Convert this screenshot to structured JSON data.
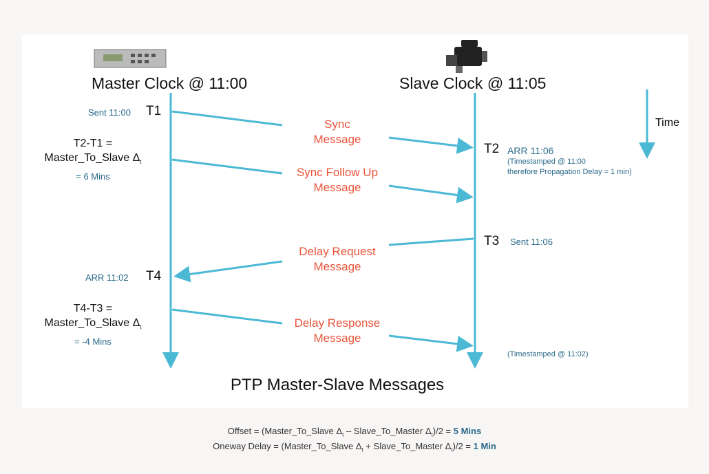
{
  "master": {
    "title": "Master Clock @ 11:00",
    "t1": "T1",
    "t1_note": "Sent 11:00",
    "t4": "T4",
    "t4_note": "ARR 11:02",
    "calc1": [
      "T2-T1 =",
      "Master_To_Slave Δ",
      "t",
      "= 6 Mins"
    ],
    "calc2": [
      "T4-T3 =",
      "Master_To_Slave Δ",
      "t",
      "= -4 Mins"
    ]
  },
  "slave": {
    "title": "Slave Clock @ 11:05",
    "t2": "T2",
    "t2_note": "ARR 11:06",
    "t2_detail1": "(Timestamped @ 11:00",
    "t2_detail2": "therefore Propagation Delay = 1 min)",
    "t3": "T3",
    "t3_note": "Sent 11:06",
    "t4_detail": "(Timestamped @ 11:02)"
  },
  "time_label": "Time",
  "messages": [
    [
      "Sync",
      "Message"
    ],
    [
      "Sync Follow Up",
      "Message"
    ],
    [
      "Delay Request",
      "Message"
    ],
    [
      "Delay Response",
      "Message"
    ]
  ],
  "diagram_title": "PTP Master-Slave Messages",
  "formulas": {
    "offset_a": "Offset = (Master_To_Slave Δ",
    "offset_b": " – Slave_To_Master Δ",
    "offset_c": ")/2 = ",
    "offset_result": "5 Mins",
    "delay_a": "Oneway Delay = (Master_To_Slave Δ",
    "delay_b": " + Slave_To_Master Δ",
    "delay_c": ")/2 = ",
    "delay_result": "1 Min",
    "sub": "t"
  },
  "colors": {
    "line": "#4bb8d4",
    "message": "#e8553a",
    "note": "#2a6a8a"
  }
}
